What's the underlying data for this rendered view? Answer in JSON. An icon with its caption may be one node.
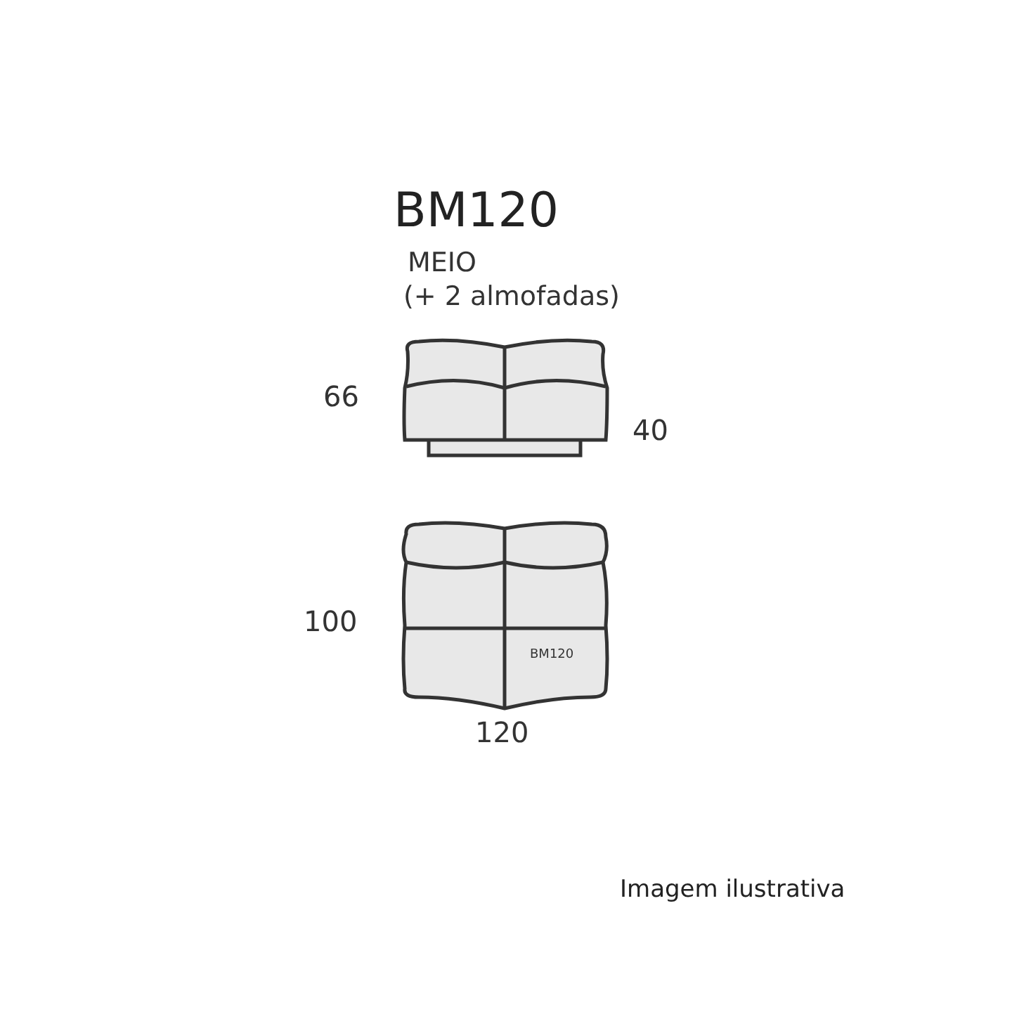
{
  "diagram": {
    "title": "BM120",
    "caption": "Imagem ilustrativa",
    "labels": [
      "MEIO",
      "(+ 2 almofadas)",
      "66",
      "40",
      "100",
      "BM120",
      "120"
    ]
  }
}
